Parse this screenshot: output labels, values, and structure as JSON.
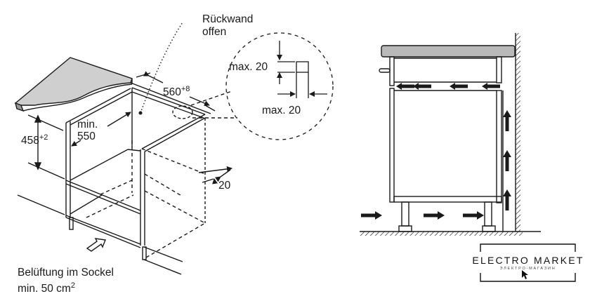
{
  "diagram": {
    "left_view": {
      "labels": {
        "rear_wall_line1": "Rückwand",
        "rear_wall_line2": "offen",
        "width_value": "560",
        "width_tolerance": "+8",
        "depth_line1": "min.",
        "depth_line2": "550",
        "height_value": "458",
        "height_tolerance": "+2",
        "gap_value": "20",
        "ventilation_line1": "Belüftung im Sockel",
        "ventilation_line2_prefix": "min. 50 cm",
        "ventilation_line2_superscript": "2"
      },
      "detail_circle": {
        "vertical_label": "max. 20",
        "horizontal_label": "max. 20"
      }
    },
    "right_view": {
      "description_arrows": {
        "floor_inflow_arrows": 3,
        "rear_upflow_arrows": 3,
        "top_return_arrows": 4
      }
    },
    "colors": {
      "line": "#1a1a1a",
      "worktop_fill": "#c8c8c8",
      "worktop_side_fill": "#999999"
    }
  },
  "watermark": {
    "title": "ELECTRO MARKET",
    "subtitle": "ЭЛЕКТРО-МАГАЗИН"
  }
}
